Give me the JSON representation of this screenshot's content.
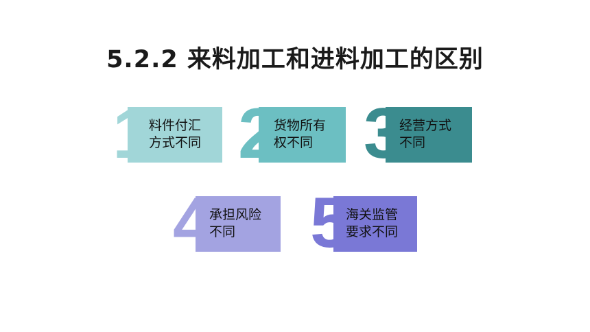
{
  "title": "5.2.2  来料加工和进料加工的区别",
  "items": [
    {
      "number": "1",
      "line1": "料件付汇",
      "line2": "方式不同",
      "color": "#a1d6d8"
    },
    {
      "number": "2",
      "line1": "货物所有",
      "line2": "权不同",
      "color": "#6cbfc2"
    },
    {
      "number": "3",
      "line1": "经营方式",
      "line2": "不同",
      "color": "#3b8c8f"
    },
    {
      "number": "4",
      "line1": "承担风险",
      "line2": "不同",
      "color": "#a3a3e1"
    },
    {
      "number": "5",
      "line1": "海关监管",
      "line2": "要求不同",
      "color": "#7a78d6"
    }
  ]
}
